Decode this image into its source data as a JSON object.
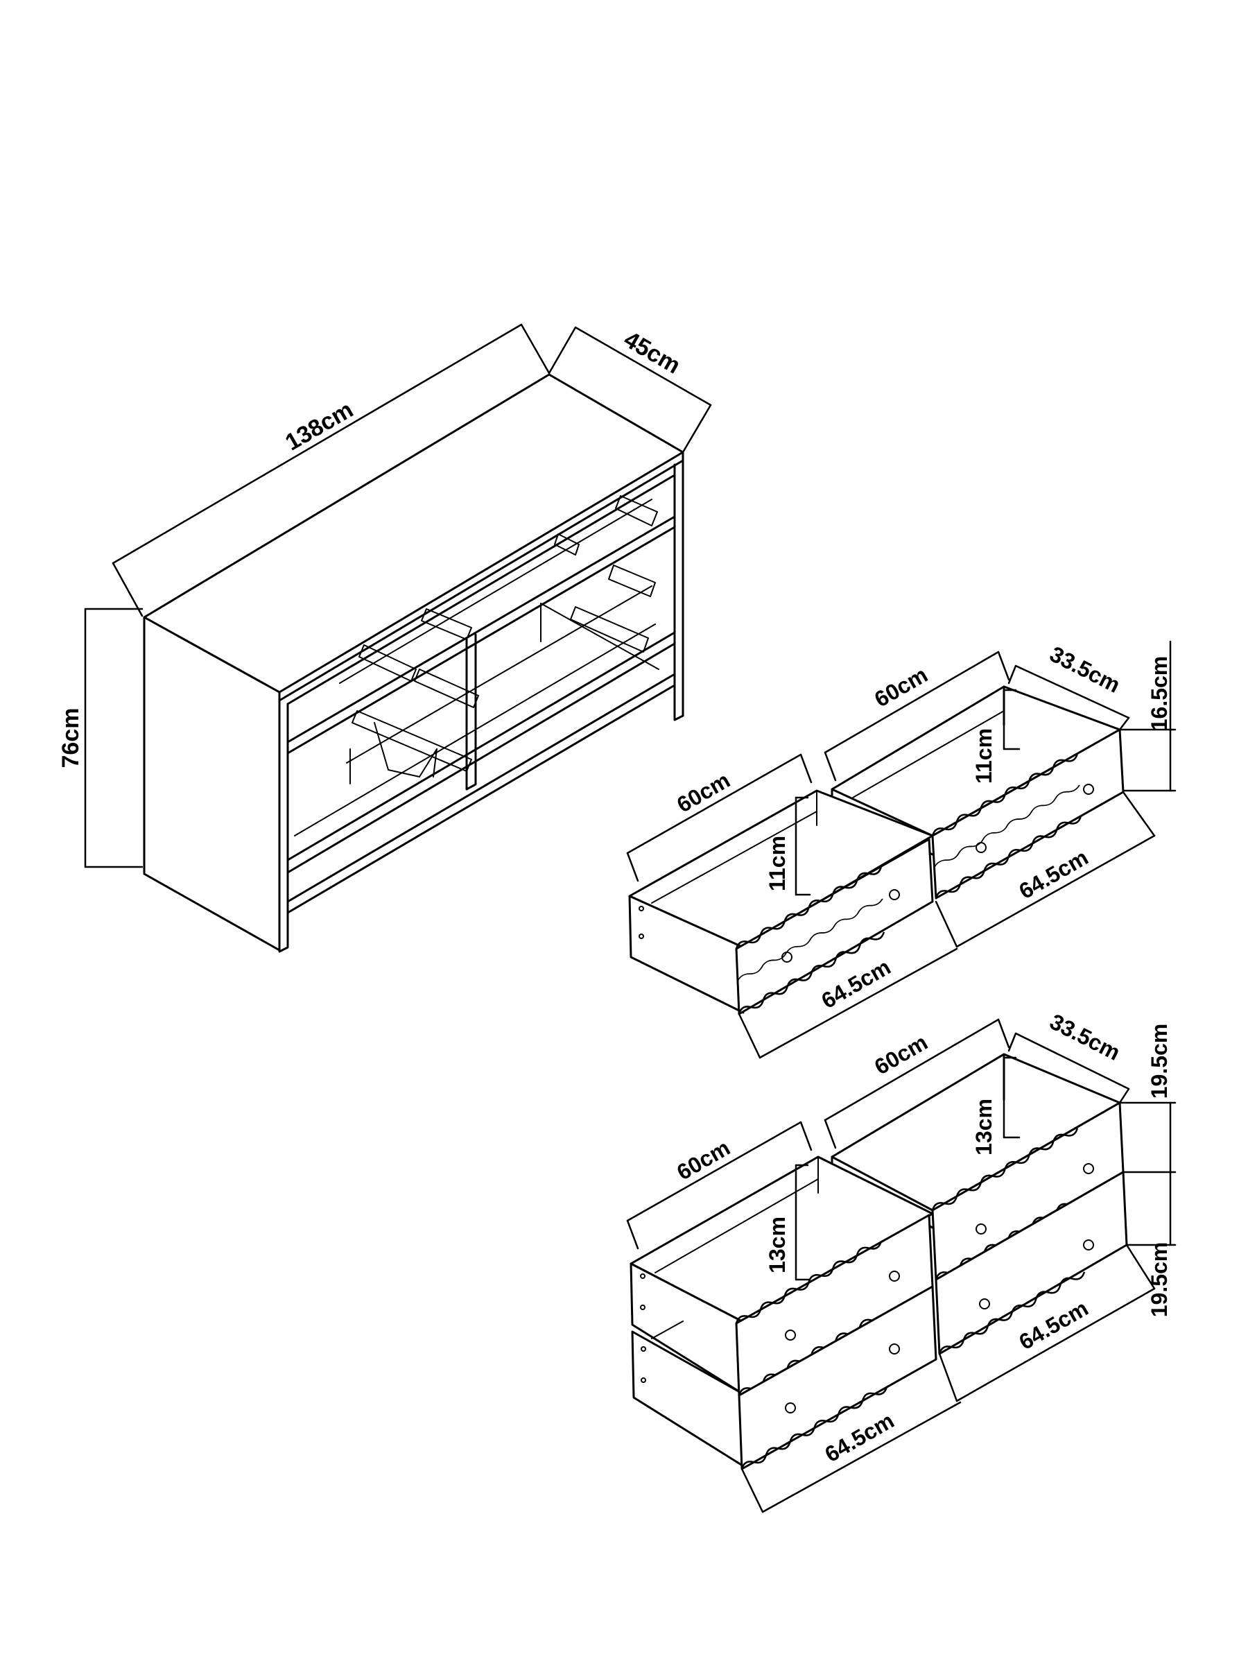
{
  "cabinet": {
    "width_label": "138cm",
    "depth_label": "45cm",
    "height_label": "76cm"
  },
  "small_drawers": {
    "depth_label_left": "60cm",
    "depth_label_right": "60cm",
    "inner_height_left": "11cm",
    "inner_height_right": "11cm",
    "width_label_left": "64.5cm",
    "width_label_right": "64.5cm",
    "front_depth_label": "33.5cm",
    "front_height_label": "16.5cm"
  },
  "large_drawers": {
    "depth_label_left": "60cm",
    "depth_label_right": "60cm",
    "inner_height_left": "13cm",
    "inner_height_right": "13cm",
    "width_label_left": "64.5cm",
    "width_label_right": "64.5cm",
    "front_depth_label": "33.5cm",
    "front_height_top": "19.5cm",
    "front_height_bottom": "19.5cm"
  }
}
